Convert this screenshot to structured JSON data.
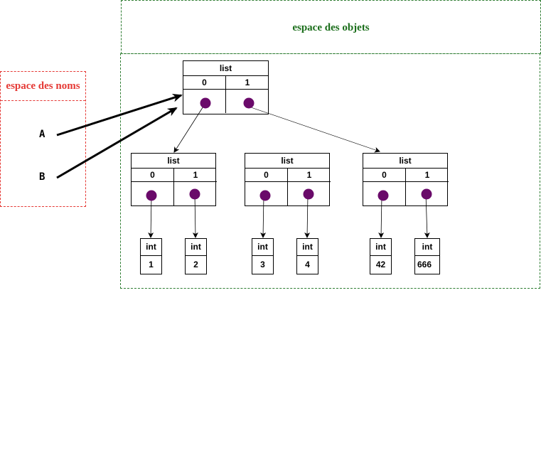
{
  "zones": {
    "objets_title": "espace des objets",
    "noms_title": "espace des noms",
    "objets_border_color": "#2e7d32",
    "noms_border_color": "#e53935"
  },
  "variables": [
    {
      "name": "A"
    },
    {
      "name": "B"
    }
  ],
  "root_list": {
    "type": "list",
    "indices": [
      "0",
      "1"
    ]
  },
  "sub_lists": [
    {
      "type": "list",
      "indices": [
        "0",
        "1"
      ]
    },
    {
      "type": "list",
      "indices": [
        "0",
        "1"
      ]
    },
    {
      "type": "list",
      "indices": [
        "0",
        "1"
      ]
    }
  ],
  "ints": [
    {
      "type": "int",
      "value": "1"
    },
    {
      "type": "int",
      "value": "2"
    },
    {
      "type": "int",
      "value": "3"
    },
    {
      "type": "int",
      "value": "4"
    },
    {
      "type": "int",
      "value": "42"
    },
    {
      "type": "int",
      "value": "666"
    }
  ],
  "reference_dot_color": "#6a0a6a"
}
